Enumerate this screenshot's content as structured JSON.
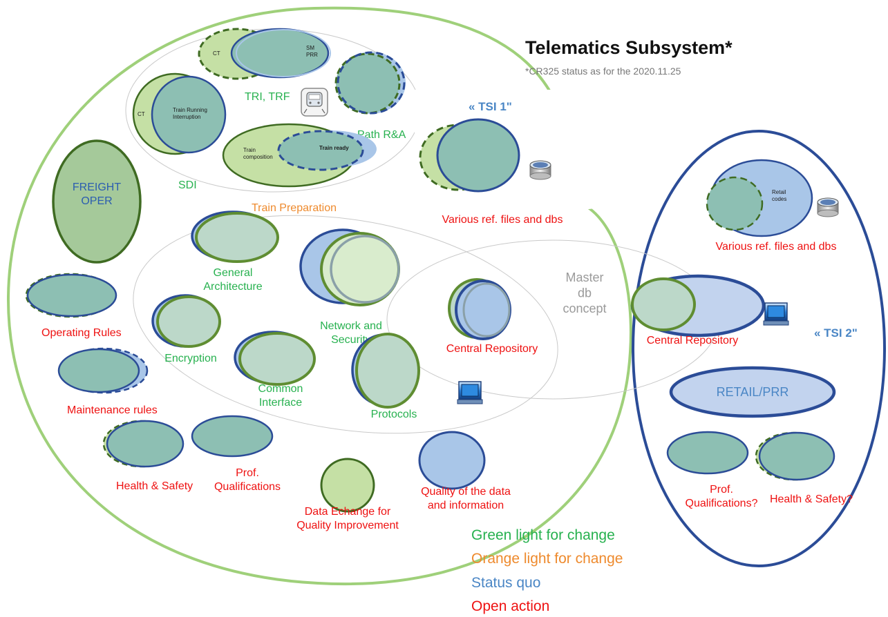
{
  "title": "Telematics Subsystem*",
  "subtitle": "*CR325 status as for the 2020.11.25",
  "colors": {
    "green": "#27b14f",
    "orange": "#ee8a2d",
    "blue": "#4a86c5",
    "red": "#ee1111",
    "gray": "#9a9a9a",
    "navy": "#2b4c97",
    "green_border": "#5f8d32",
    "teal_fill": "#8dbfb3",
    "light_green_fill": "#c5e0a5",
    "light_blue_fill": "#a9c6e8"
  },
  "tsi1": {
    "label": "« TSI 1\""
  },
  "tsi2": {
    "label": "« TSI 2\""
  },
  "tsi1_items": {
    "ct1": "CT",
    "sm_prr": "SM\nPRR",
    "tri_trf": "TRI, TRF",
    "ct2": "CT",
    "train_running": "Train Running\nInterruption",
    "path_ra": "Path R&A",
    "train_composition": "Train\ncomposition",
    "train_ready": "Train ready",
    "sdi": "SDI",
    "freight_oper": "FREIGHT\nOPER",
    "train_preparation": "Train Preparation",
    "various_ref": "Various ref. files and dbs",
    "general_architecture": "General\nArchitecture",
    "network_security": "Network and\nSecurity",
    "encryption": "Encryption",
    "common_interface": "Common\nInterface",
    "protocols": "Protocols",
    "central_repository": "Central Repository",
    "operating_rules": "Operating Rules",
    "maintenance_rules": "Maintenance rules",
    "health_safety": "Health & Safety",
    "prof_qualifications": "Prof.\nQualifications",
    "data_exchange": "Data Echange for\nQuality Improvement",
    "quality_data": "Quality of the data\nand information"
  },
  "master_db": "Master\ndb\nconcept",
  "tsi2_items": {
    "retail_codes": "Retail\ncodes",
    "various_ref": "Various ref. files and dbs",
    "central_repository": "Central Repository",
    "retail_prr": "RETAIL/PRR",
    "prof_qualifications": "Prof.\nQualifications?",
    "health_safety": "Health & Safety?"
  },
  "legend": [
    {
      "label": "Green light for change",
      "color": "#27b14f"
    },
    {
      "label": "Orange light for change",
      "color": "#ee8a2d"
    },
    {
      "label": "Status quo",
      "color": "#4a86c5"
    },
    {
      "label": "Open action",
      "color": "#ee1111"
    }
  ]
}
